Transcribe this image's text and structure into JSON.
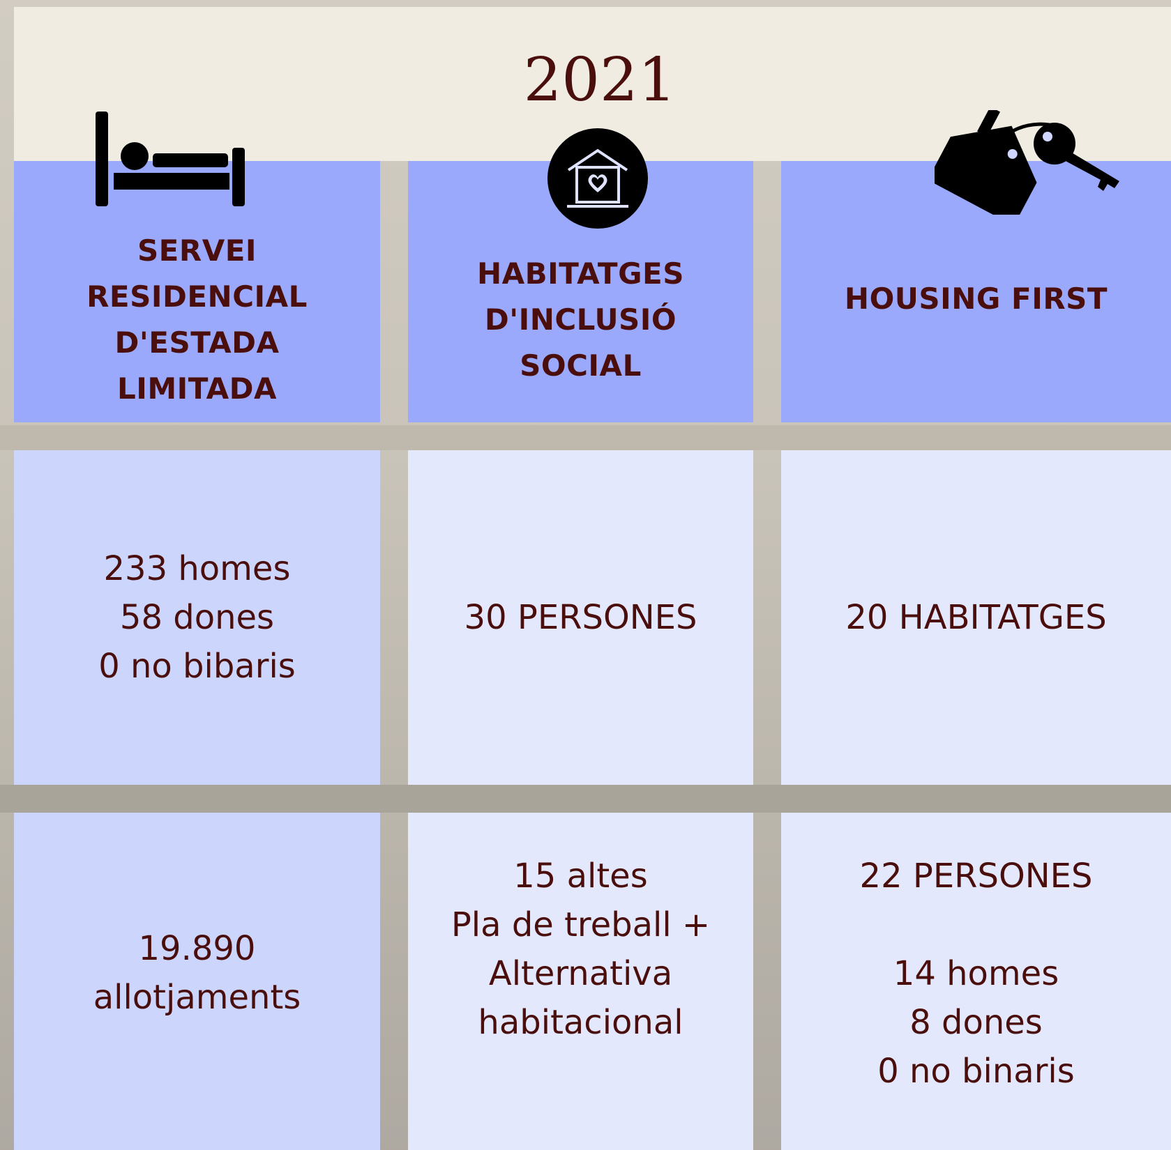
{
  "header": {
    "year": "2021"
  },
  "icons": [
    "bed-icon",
    "heart-house-icon",
    "house-key-icon"
  ],
  "columns": [
    {
      "title": [
        "SERVEI",
        "RESIDENCIAL",
        "D'ESTADA",
        "LIMITADA"
      ],
      "stats": [
        "233 homes",
        "58 dones",
        "0 no bibaris"
      ],
      "totals": [
        "19.890",
        "allotjaments"
      ]
    },
    {
      "title": [
        "HABITATGES",
        "D'INCLUSIÓ",
        "SOCIAL"
      ],
      "stats": [
        "30 PERSONES"
      ],
      "totals": [
        "15 altes",
        "Pla de treball +",
        "Alternativa",
        "habitacional"
      ]
    },
    {
      "title": [
        "HOUSING FIRST"
      ],
      "stats": [
        "20 HABITATGES"
      ],
      "totals": [
        "22 PERSONES",
        "",
        "14 homes",
        "8 dones",
        "0 no binaris"
      ]
    }
  ],
  "colors": {
    "text": "#4a0f0c",
    "header_bg": "#f0ece2",
    "title_tile": "#9aa9fb",
    "stat_tile_light": "#ccd5fc",
    "stat_tile_lighter": "#e4e8fd"
  }
}
